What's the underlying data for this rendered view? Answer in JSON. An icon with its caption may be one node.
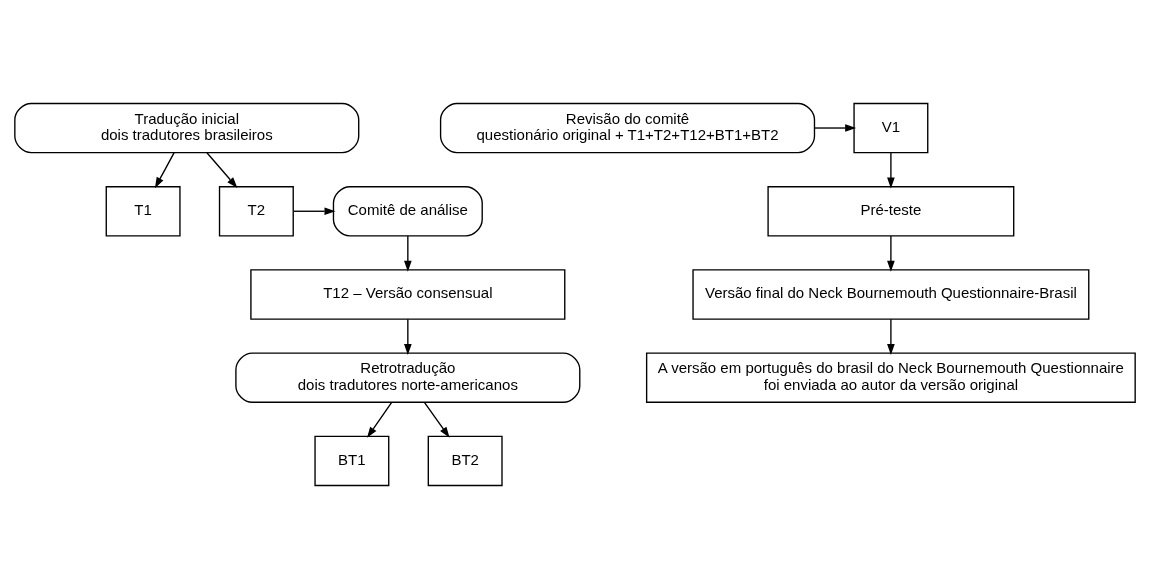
{
  "diagram": {
    "nodes": [
      {
        "text": [
          "Tradução inicial",
          "dois tradutores brasileiros"
        ]
      },
      {
        "text": [
          "T1"
        ]
      },
      {
        "text": [
          "T2"
        ]
      },
      {
        "text": [
          "Comitê de análise"
        ]
      },
      {
        "text": [
          "T12 – Versão consensual"
        ]
      },
      {
        "text": [
          "Retrotradução",
          "dois tradutores norte-americanos"
        ]
      },
      {
        "text": [
          "BT1"
        ]
      },
      {
        "text": [
          "BT2"
        ]
      },
      {
        "text": [
          "Revisão do comitê",
          "questionário original + T1+T2+T12+BT1+BT2"
        ]
      },
      {
        "text": [
          "V1"
        ]
      },
      {
        "text": [
          "Pré-teste"
        ]
      },
      {
        "text": [
          "Versão final do Neck Bournemouth Questionnaire-Brasil"
        ]
      },
      {
        "text": [
          "A versão em português do brasil do Neck Bournemouth Questionnaire foi enviada ao autor da versão original"
        ]
      }
    ],
    "edges": [
      {
        "from": 0,
        "to": 1,
        "arrow": "to"
      },
      {
        "from": 0,
        "to": 2,
        "arrow": "to"
      },
      {
        "from": 2,
        "to": 3,
        "arrow": "to"
      },
      {
        "from": 3,
        "to": 4,
        "arrow": "to"
      },
      {
        "from": 4,
        "to": 5,
        "arrow": "to"
      },
      {
        "from": 5,
        "to": 6,
        "arrow": "to"
      },
      {
        "from": 5,
        "to": 7,
        "arrow": "to"
      },
      {
        "from": 8,
        "to": 9,
        "arrow": "to"
      },
      {
        "from": 9,
        "to": 10,
        "arrow": "to"
      },
      {
        "from": 10,
        "to": 11,
        "arrow": "to"
      },
      {
        "from": 11,
        "to": 12,
        "arrow": "to"
      }
    ]
  }
}
